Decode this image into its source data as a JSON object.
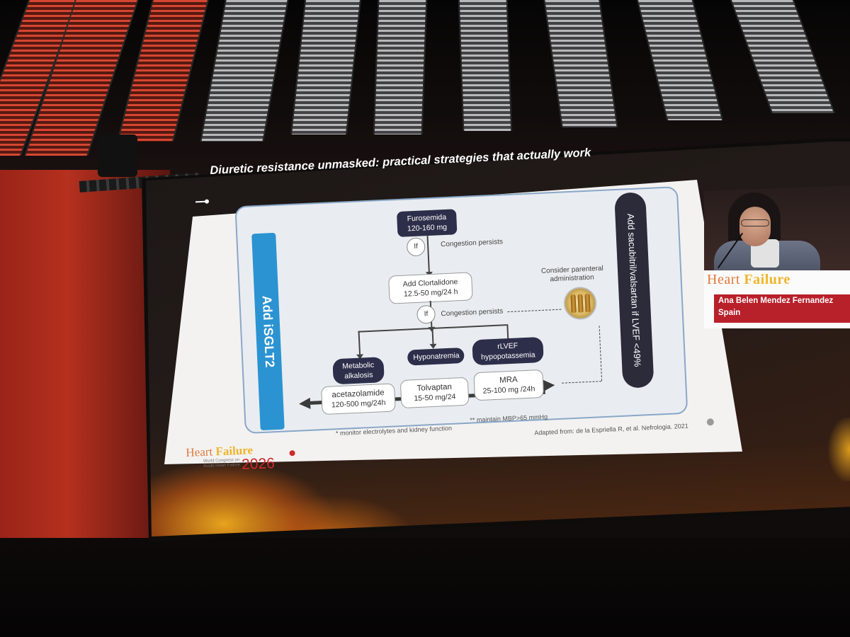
{
  "slide": {
    "title": "Diuretic resistance unmasked: practical strategies that actually work",
    "side_left": "Add iSGLT2",
    "side_right": "Add sacubitril/valsartan if LVEF <49%",
    "start_node": {
      "line1": "Furosemida",
      "line2": "120-160 mg"
    },
    "if_label": "If",
    "congestion_persists": "Congestion persists",
    "step2": {
      "line1": "Add Clortalidone",
      "line2": "12.5-50 mg/24 h"
    },
    "parenteral": {
      "line1": "Consider parenteral",
      "line2": "administration"
    },
    "branches": [
      {
        "condition_l1": "Metabolic",
        "condition_l2": "alkalosis",
        "drug": "acetazolamide",
        "dose": "120-500 mg/24h"
      },
      {
        "condition_l1": "Hyponatremia",
        "condition_l2": "",
        "drug": "Tolvaptan",
        "dose": "15-50 mg/24"
      },
      {
        "condition_l1": "rLVEF",
        "condition_l2": "hypopotassemia",
        "drug": "MRA",
        "dose": "25-100 mg /24h"
      }
    ],
    "footnote_1": "* monitor electrolytes and kidney function",
    "footnote_2": "** maintain MBP>65 mmHg",
    "source": "Adapted from: de la Espriella R, et al. Nefrologia. 2021"
  },
  "logo": {
    "heart": "Heart",
    "failure": "Failure",
    "year": "2026",
    "subtitle_1": "World Congress on",
    "subtitle_2": "Acute Heart Failure"
  },
  "speaker": {
    "lower_third_heart": "Heart",
    "lower_third_failure": "Failure",
    "name": "Ana Belen Mendez Fernandez",
    "country": "Spain"
  },
  "colors": {
    "isglt2_bar": "#2b93d1",
    "sacubitril_bar": "#2c2b3a",
    "node_dark": "#2d2f4a",
    "name_bar": "#b8202a",
    "logo_red": "#cf2a2a",
    "logo_gold": "#f0b42a"
  }
}
